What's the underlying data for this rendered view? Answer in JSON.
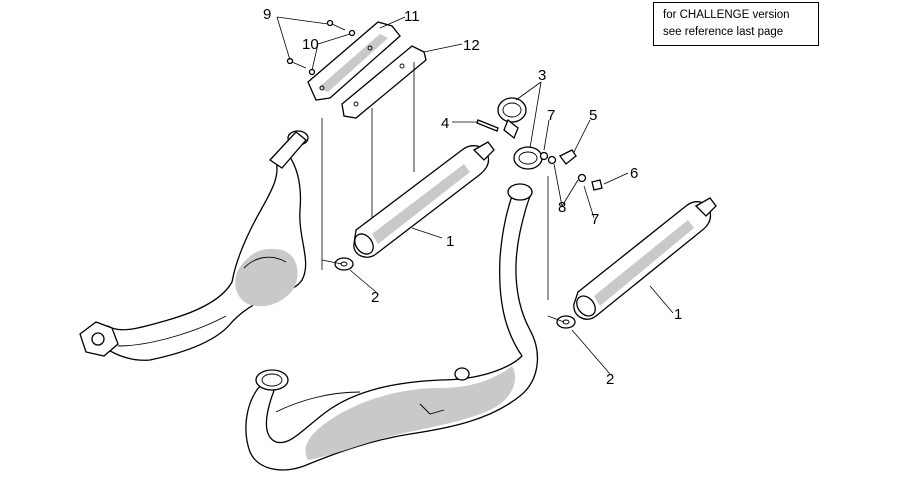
{
  "note": {
    "line1": "for CHALLENGE version",
    "line2": "see reference last page"
  },
  "callouts": {
    "c1a": "1",
    "c1b": "1",
    "c2a": "2",
    "c2b": "2",
    "c3": "3",
    "c4": "4",
    "c5": "5",
    "c6": "6",
    "c7a": "7",
    "c7b": "7",
    "c8": "8",
    "c9": "9",
    "c10": "10",
    "c11": "11",
    "c12": "12"
  }
}
